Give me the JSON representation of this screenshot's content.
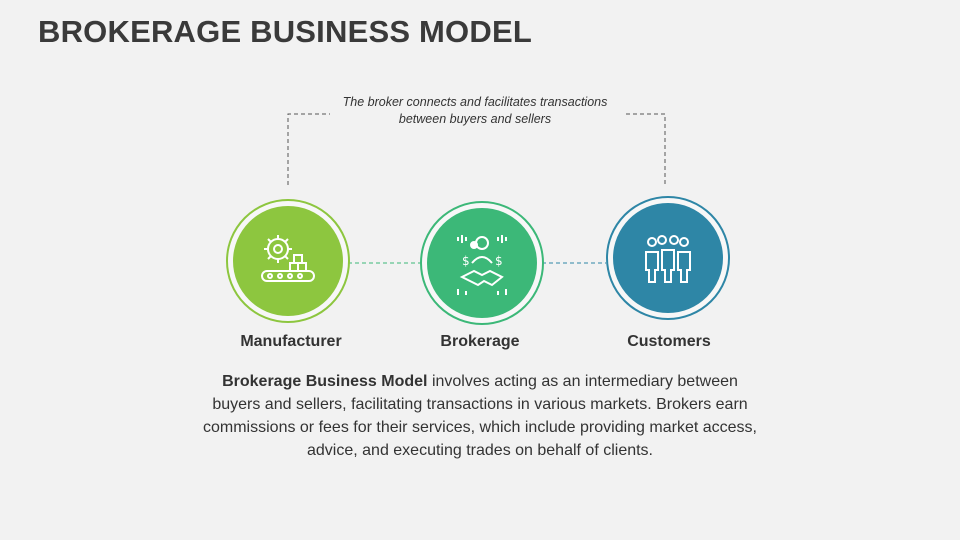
{
  "title": "BROKERAGE BUSINESS MODEL",
  "caption": {
    "line1": "The broker connects and facilitates transactions",
    "line2": "between buyers and sellers"
  },
  "nodes": [
    {
      "label": "Manufacturer",
      "color": "#8dc63f",
      "icon": "factory-gear-conveyor-icon"
    },
    {
      "label": "Brokerage",
      "color": "#3cb878",
      "icon": "broker-handshake-icon"
    },
    {
      "label": "Customers",
      "color": "#2e86a6",
      "icon": "customers-group-icon"
    }
  ],
  "description": {
    "bold": "Brokerage Business Model",
    "text": " involves acting as an intermediary between buyers and sellers, facilitating transactions in various markets. Brokers earn commissions or fees for their services, which include providing market access, advice, and executing trades on behalf of clients."
  }
}
